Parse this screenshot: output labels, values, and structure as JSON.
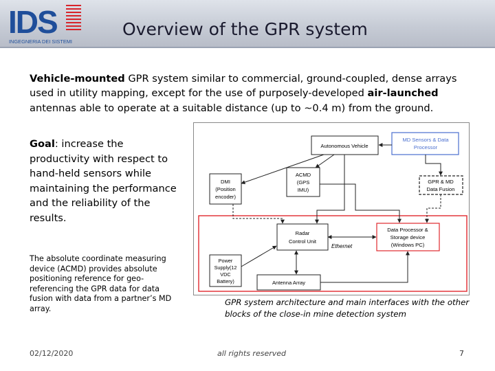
{
  "header": {
    "logo_text": "IDS",
    "logo_subtext": "INGEGNERIA DEI SISTEMI",
    "title": "Overview of the GPR system"
  },
  "intro": {
    "bold1": "Vehicle-mounted",
    "text1": " GPR system similar to commercial, ground-coupled, dense arrays used in utility mapping, except for the use of purposely-developed ",
    "bold2": "air-launched",
    "text2": " antennas able to operate at a suitable distance (up to ~0.4 m) from the ground."
  },
  "goal": {
    "label": "Goal",
    "text": ": increase the productivity with respect to hand-held sensors while maintaining the performance and the reliability of the results."
  },
  "note": "The absolute coordinate measuring device (ACMD) provides absolute positioning reference for geo-referencing the GPR data for data fusion with data from a partner’s MD array.",
  "diagram": {
    "autonomous_vehicle": "Autonomous Vehicle",
    "md_sensors_line1": "MD Sensors & Data",
    "md_sensors_line2": "Processor",
    "acmd_line1": "ACMD",
    "acmd_line2": "(GPS",
    "acmd_line3": "IMU)",
    "dmi_line1": "DMI",
    "dmi_line2": "(Position",
    "dmi_line3": "encoder)",
    "gpr_md_line1": "GPR & MD",
    "gpr_md_line2": "Data Fusion",
    "radar_line1": "Radar",
    "radar_line2": "Control Unit",
    "ethernet": "Ethernet",
    "dp_line1": "Data Processor &",
    "dp_line2": "Storage device",
    "dp_line3": "(Windows PC)",
    "power_line1": "Power",
    "power_line2": "Supply(12",
    "power_line3": "VDC",
    "power_line4": "Battery)",
    "antenna_array": "Antenna Array"
  },
  "caption": "GPR system architecture and main interfaces with the other blocks of the close-in mine detection system",
  "footer": {
    "date": "02/12/2020",
    "rights": "all rights reserved",
    "page": "7"
  },
  "colors": {
    "header_blue": "#1f4e9a",
    "logo_red": "#d8232a",
    "diagram_red": "#e0282d",
    "diagram_blue": "#4a6fcf"
  }
}
